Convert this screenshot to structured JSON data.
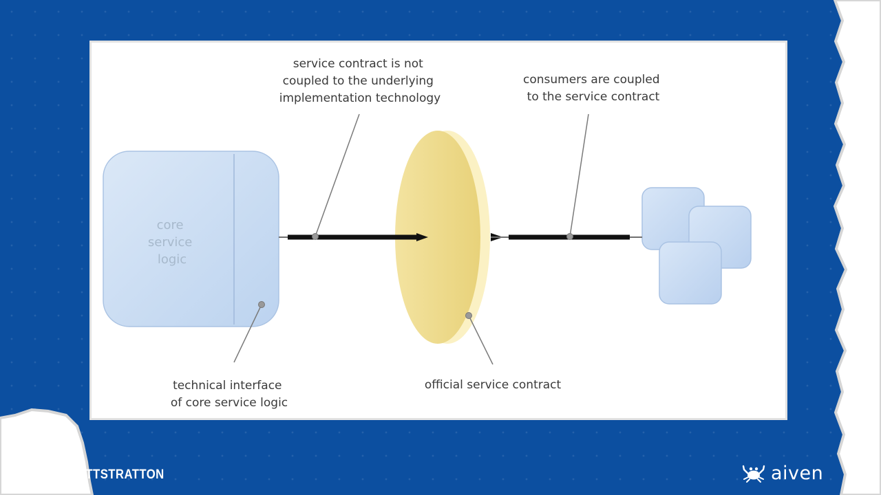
{
  "diagram": {
    "box_label": [
      "core",
      "service",
      "logic"
    ],
    "callout_top_left": [
      "service contract is not",
      "coupled to the underlying",
      "implementation technology"
    ],
    "callout_top_right": [
      "consumers are coupled",
      "to the service contract"
    ],
    "callout_bottom_left": [
      "technical interface",
      "of core service logic"
    ],
    "callout_bottom_right": "official service contract"
  },
  "footer": {
    "handle": "@MATTSTRATTON",
    "brand": "aiven",
    "brand_icon": "crab-logo-icon"
  },
  "colors": {
    "background": "#0c4fa0",
    "service_box": "#c7dcf3",
    "contract_disc": "#f0df95"
  }
}
